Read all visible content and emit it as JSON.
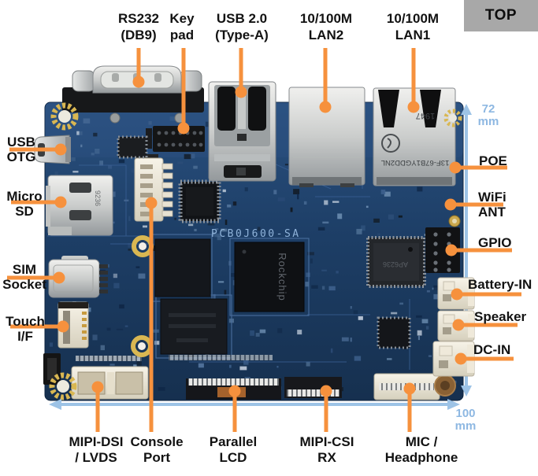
{
  "badge": {
    "label": "TOP"
  },
  "labels": {
    "top": [
      {
        "text": "RS232\n(DB9)"
      },
      {
        "text": "Key\npad"
      },
      {
        "text": "USB 2.0\n(Type-A)"
      },
      {
        "text": "10/100M\nLAN2"
      },
      {
        "text": "10/100M\nLAN1"
      }
    ],
    "left": [
      {
        "text": "USB\nOTG"
      },
      {
        "text": "Micro\nSD"
      },
      {
        "text": "SIM\nSocket"
      },
      {
        "text": "Touch\nI/F"
      }
    ],
    "right": [
      {
        "text": "POE"
      },
      {
        "text": "WiFi\nANT"
      },
      {
        "text": "GPIO"
      },
      {
        "text": "Battery-IN"
      },
      {
        "text": "Speaker"
      },
      {
        "text": "DC-IN"
      }
    ],
    "bottom": [
      {
        "text": "MIPI-DSI\n/ LVDS"
      },
      {
        "text": "Console\nPort"
      },
      {
        "text": "Parallel\nLCD"
      },
      {
        "text": "MIPI-CSI\nRX"
      },
      {
        "text": "MIC /\nHeadphone"
      }
    ]
  },
  "dimensions": {
    "vertical": "72\nmm",
    "horizontal": "100\nmm"
  },
  "board": {
    "silkscreen": "PCB0J600-SA",
    "soc_marking": "Rockchip",
    "wifi_marking": "AP6236",
    "lan1_marking_top": "1947",
    "lan1_marking_bottom": "13F-67B1YGDD2NL",
    "sd_marking": "9236"
  },
  "colors": {
    "leader": "#f6913d",
    "dimension": "#9dc3e6",
    "board_blue": "#1d3c63",
    "badge_bg": "#a8a8a8"
  }
}
